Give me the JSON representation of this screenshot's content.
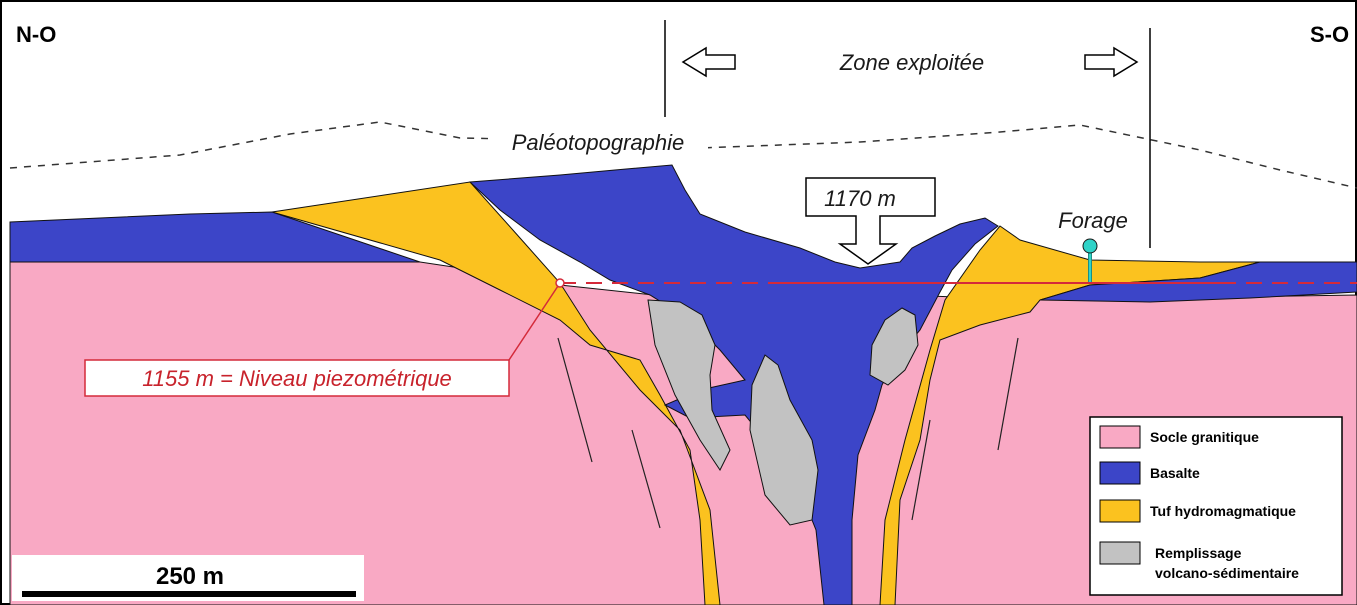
{
  "orientation": {
    "left": "N-O",
    "right": "S-O"
  },
  "zone_label": "Zone exploitée",
  "paleo_label": "Paléotopographie",
  "elevation_label": "1170 m",
  "well_label": "Forage",
  "piezo_label": "1155 m = Niveau piezométrique",
  "scale_label": "250 m",
  "legend": [
    {
      "label": "Socle granitique",
      "color": "#f9a9c4"
    },
    {
      "label": "Basalte",
      "color": "#3c45c8"
    },
    {
      "label": "Tuf hydromagmatique",
      "color": "#fbc21f"
    },
    {
      "label": "Remplissage",
      "label2": "volcano-sédimentaire",
      "color": "#c2c2c2"
    }
  ],
  "colors": {
    "granite": "#f9a9c4",
    "basalt": "#3c45c8",
    "tuff": "#fbc21f",
    "fill": "#c2c2c2",
    "water_table": "#d42a3a",
    "well": "#2fd3c8"
  }
}
